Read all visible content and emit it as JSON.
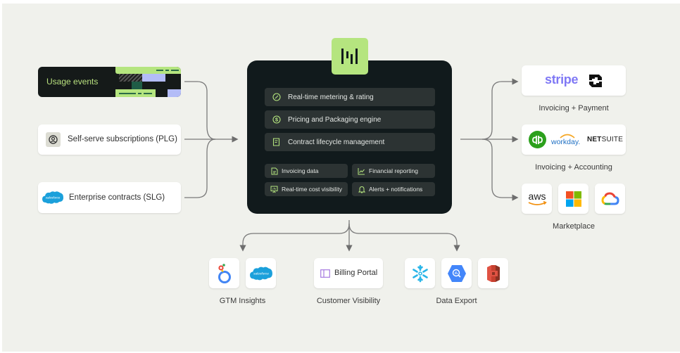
{
  "diagram": {
    "colors": {
      "background": "#f0f1ec",
      "core_box": "#111a1c",
      "accent_green": "#b5e57f",
      "row_bg": "#2c3333",
      "connector": "#6e6e6e"
    },
    "inputs": [
      {
        "label": "Usage events",
        "icon": "usage-events-graphic"
      },
      {
        "label": "Self-serve subscriptions (PLG)",
        "icon": "user-circle-icon"
      },
      {
        "label": "Enterprise contracts (SLG)",
        "icon": "salesforce-logo"
      }
    ],
    "core": {
      "logo": "metronome-logo",
      "capabilities": [
        {
          "label": "Real-time metering & rating",
          "icon": "gauge-icon"
        },
        {
          "label": "Pricing and Packaging engine",
          "icon": "dollar-circle-icon"
        },
        {
          "label": "Contract lifecycle management",
          "icon": "contract-document-icon"
        }
      ],
      "features": [
        {
          "label": "Invoicing data",
          "icon": "invoice-icon"
        },
        {
          "label": "Financial reporting",
          "icon": "line-chart-icon"
        },
        {
          "label": "Real-time cost visibility",
          "icon": "presentation-chart-icon"
        },
        {
          "label": "Alerts + notifications",
          "icon": "bell-icon"
        }
      ]
    },
    "outputs_right": [
      {
        "caption": "Invoicing + Payment",
        "logos": [
          "stripe",
          "chase"
        ],
        "stripe_text": "stripe"
      },
      {
        "caption": "Invoicing + Accounting",
        "logos": [
          "quickbooks",
          "workday",
          "netsuite"
        ],
        "workday_text": "workday.",
        "netsuite_text_bold": "NET",
        "netsuite_text_light": "SUITE"
      },
      {
        "caption": "Marketplace",
        "logos": [
          "aws",
          "microsoft",
          "google-cloud"
        ],
        "aws_text": "aws"
      }
    ],
    "outputs_bottom": [
      {
        "caption": "GTM Insights",
        "logos": [
          "looker",
          "salesforce"
        ]
      },
      {
        "caption": "Customer Visibility",
        "logos": [
          "billing-portal"
        ],
        "billing_portal_label": "Billing Portal"
      },
      {
        "caption": "Data Export",
        "logos": [
          "snowflake",
          "bigquery",
          "amazon-s3"
        ]
      }
    ],
    "salesforce_text": "salesforce"
  }
}
